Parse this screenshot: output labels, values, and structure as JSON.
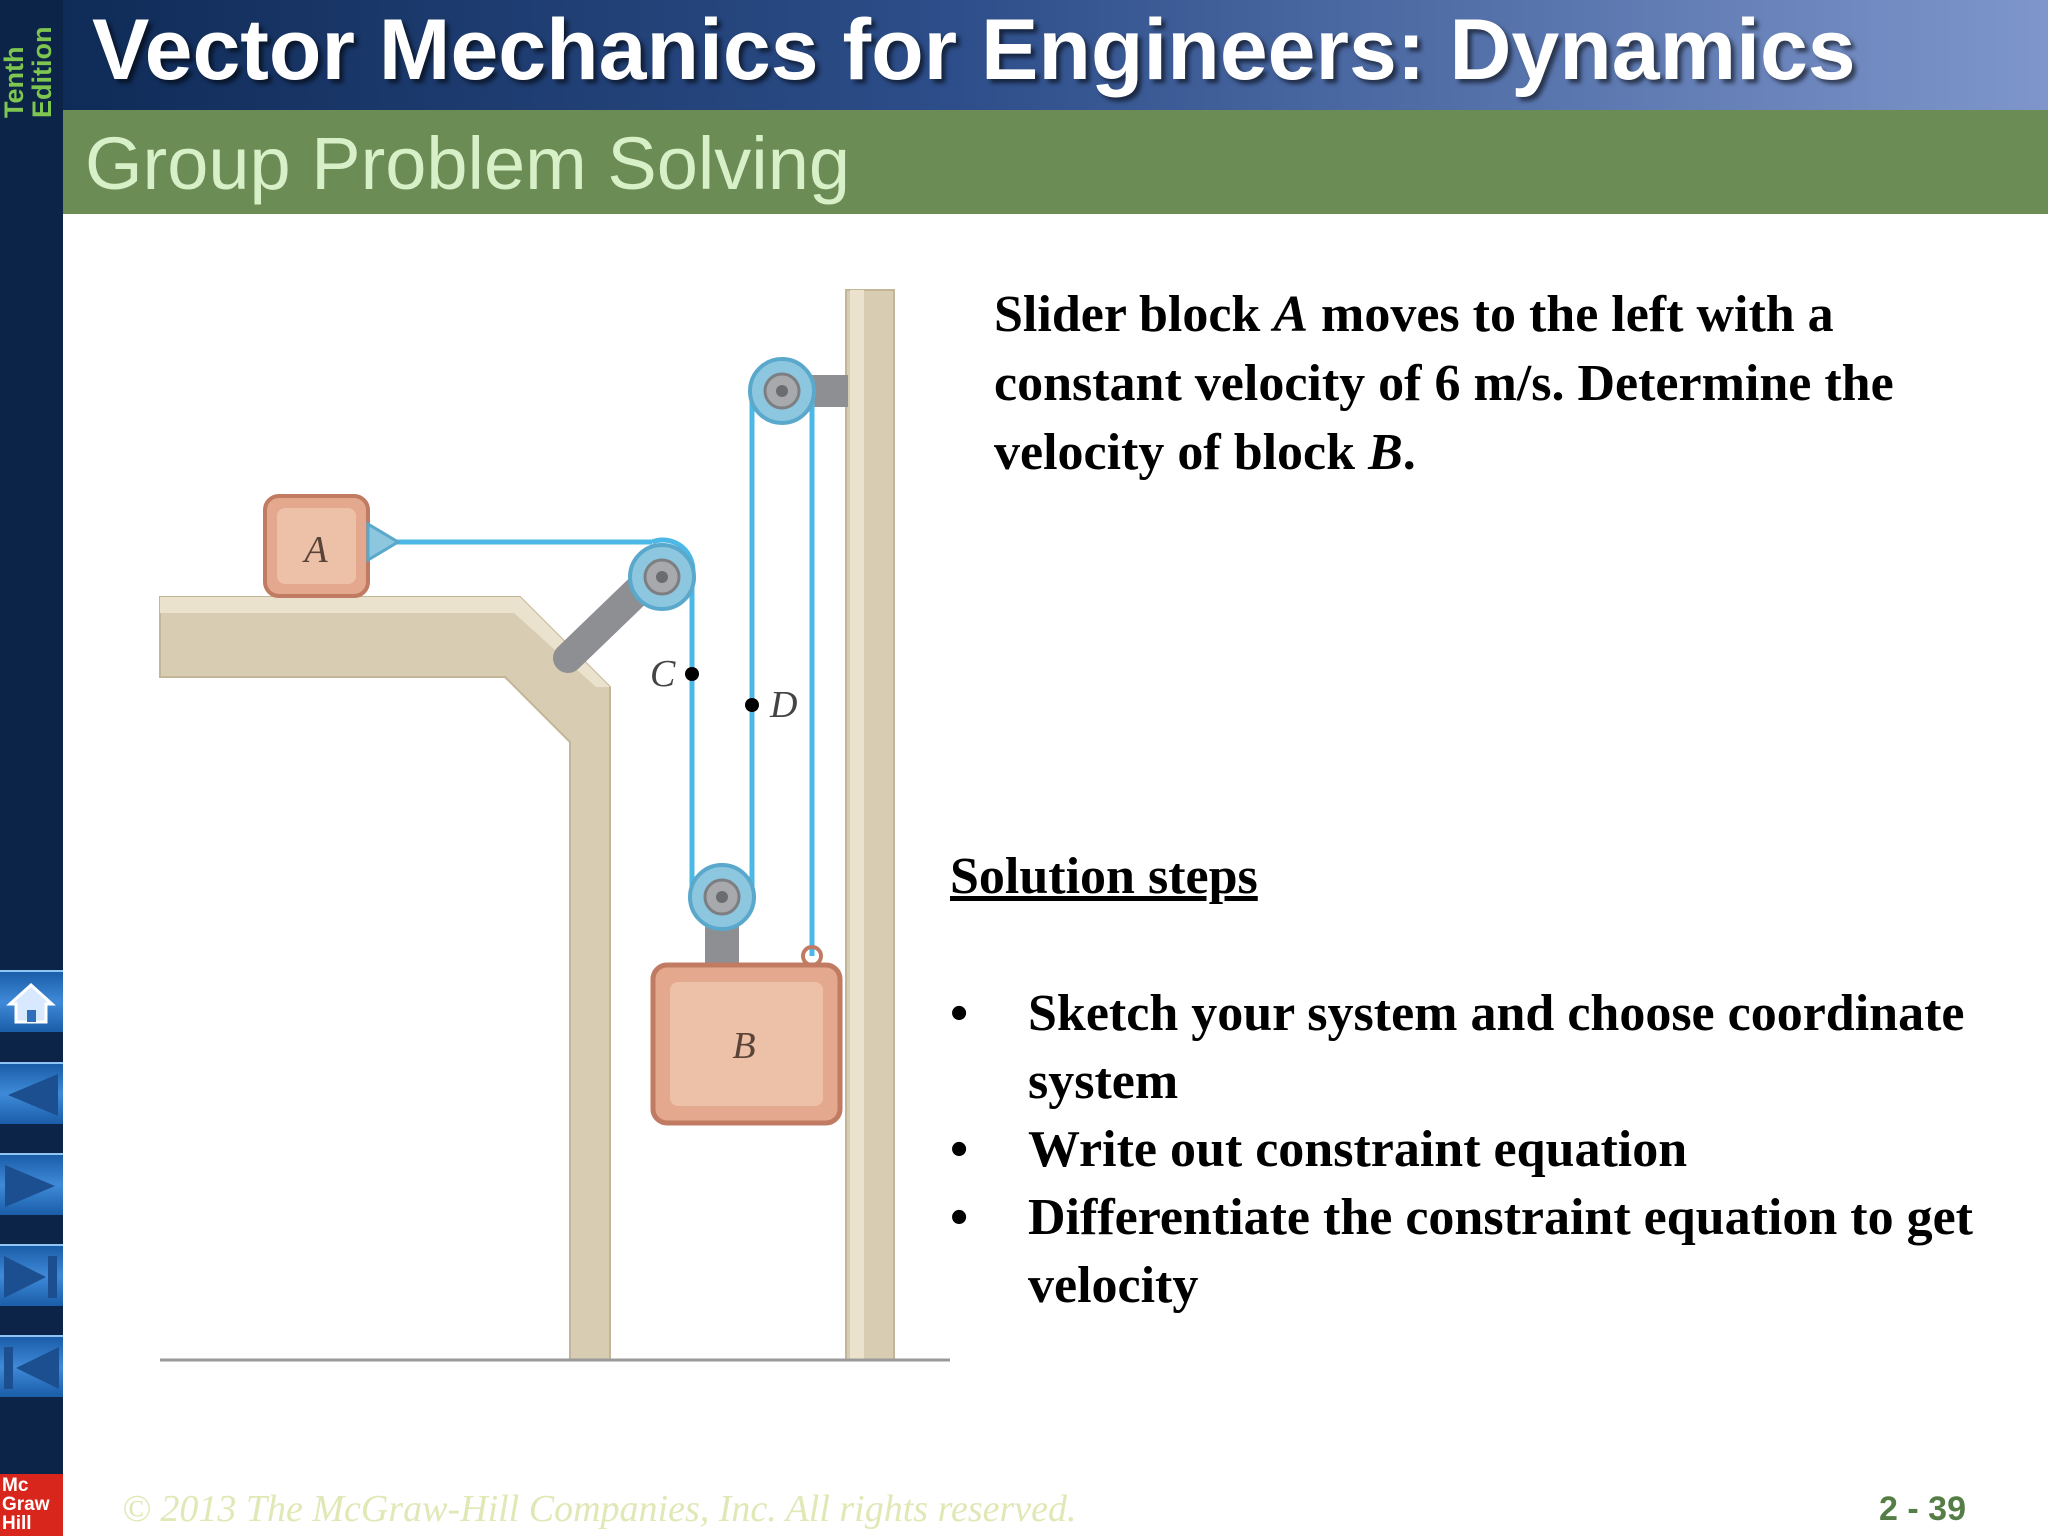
{
  "sidebar": {
    "edition_line1": "Tenth",
    "edition_line2": "Edition",
    "nav": [
      {
        "name": "home",
        "icon": "home-icon"
      },
      {
        "name": "previous",
        "icon": "arrow-left-icon"
      },
      {
        "name": "next",
        "icon": "arrow-right-icon"
      },
      {
        "name": "last",
        "icon": "skip-end-icon"
      },
      {
        "name": "first",
        "icon": "skip-start-icon"
      }
    ],
    "logo": "Mc\nGraw\nHill"
  },
  "header": {
    "book_title": "Vector Mechanics for Engineers: Dynamics",
    "slide_title": "Group Problem Solving"
  },
  "problem": {
    "part1": "Slider block ",
    "a": "A",
    "part2": " moves to the left with a constant velocity of 6 m/s. Determine the velocity of block ",
    "b": "B",
    "part3": "."
  },
  "solution": {
    "heading": "Solution steps",
    "bullet": "•",
    "steps": [
      "Sketch your system and choose coordinate system",
      "Write out constraint equation",
      "Differentiate the constraint equation to get velocity"
    ]
  },
  "figure": {
    "label_a": "A",
    "label_b": "B",
    "label_c": "C",
    "label_d": "D",
    "colors": {
      "cable": "#4cb8e6",
      "block": "#e3a88e",
      "support": "#d8ccb2",
      "bracket": "#8e8f92"
    }
  },
  "footer": {
    "copyright": "© 2013 The McGraw-Hill Companies, Inc. All rights reserved.",
    "page": "2 - 39"
  }
}
